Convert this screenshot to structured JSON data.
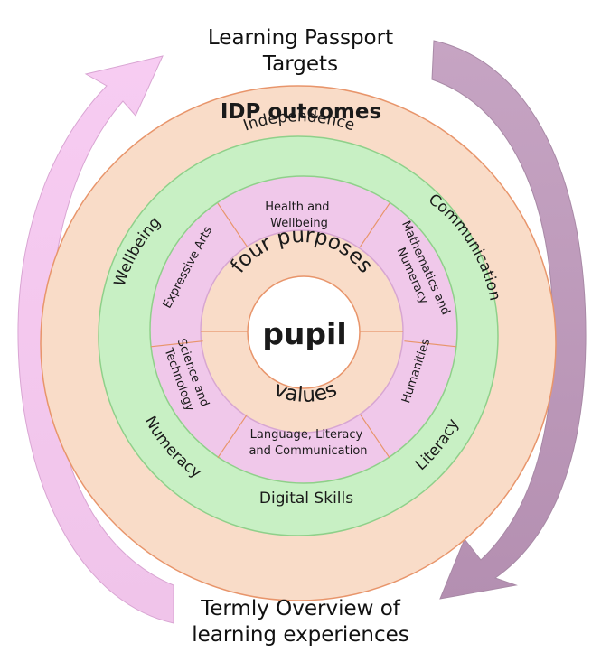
{
  "top_label": [
    "Learning Passport",
    "Targets"
  ],
  "bottom_label": [
    "Termly Overview of",
    "learning experiences"
  ],
  "rings": {
    "idp_outcomes": "IDP outcomes",
    "skills": {
      "independence": "Independence",
      "communication": "Communication",
      "literacy": "Literacy",
      "digital_skills": "Digital Skills",
      "numeracy": "Numeracy",
      "wellbeing": "Wellbeing"
    },
    "areas": {
      "health": [
        "Health and",
        "Wellbeing"
      ],
      "maths": [
        "Mathematics and",
        "Numeracy"
      ],
      "humanities": "Humanities",
      "language": [
        "Language, Literacy",
        "and Communication"
      ],
      "science": [
        "Science and",
        "Technology"
      ],
      "arts": "Expressive Arts"
    },
    "four_purposes": "four purposes",
    "values": "values",
    "pupil": "pupil"
  },
  "colors": {
    "outer_ring": "#f9dcc8",
    "skills_ring": "#c8f0c4",
    "areas_ring": "#f0c8ea",
    "core_ring": "#f9dcc8",
    "center": "#ffffff",
    "ring_stroke": "#e8956b",
    "area_stroke": "#e8956b",
    "arrow_light": "#f3c6ef",
    "arrow_dark": "#c3a0c0"
  }
}
